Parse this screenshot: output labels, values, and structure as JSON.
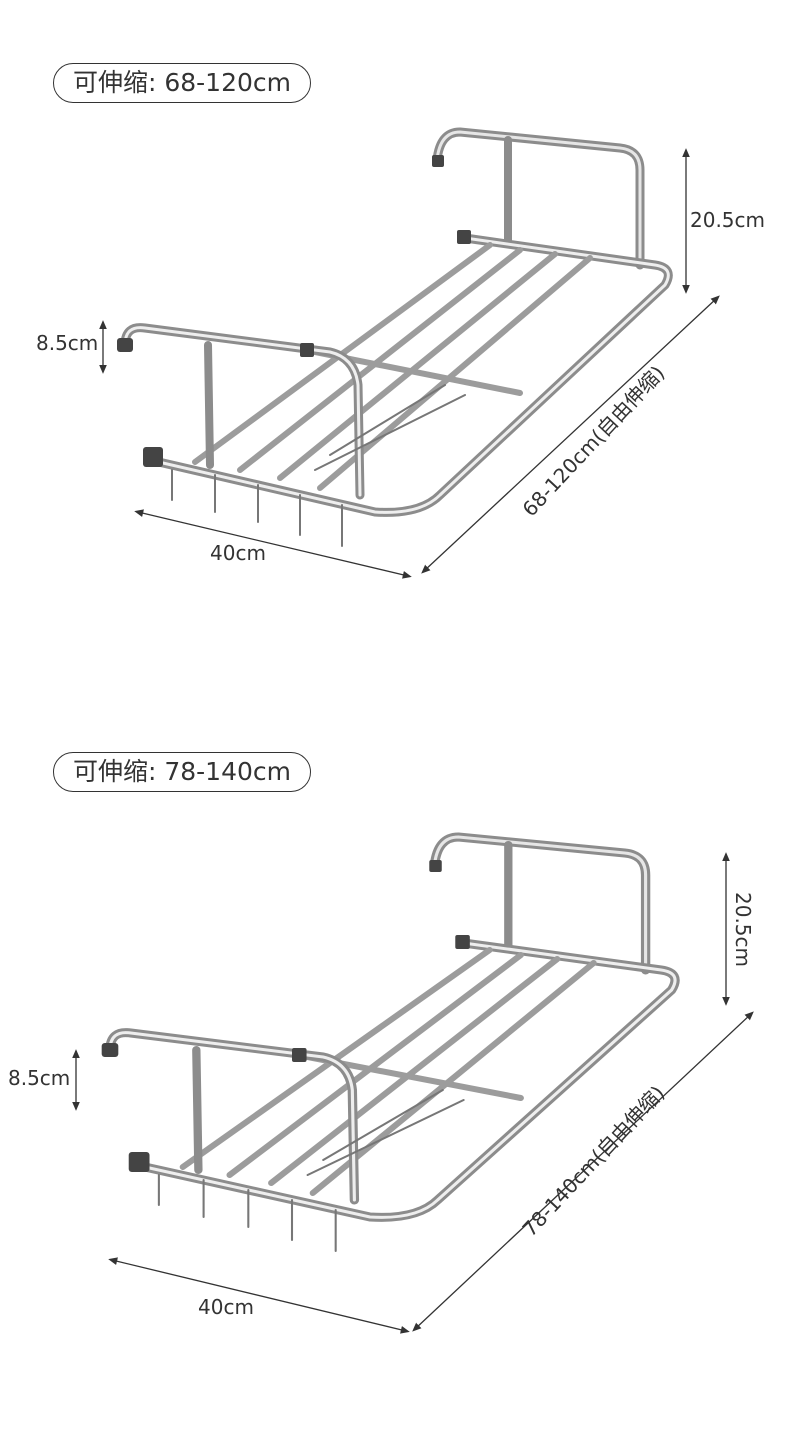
{
  "products": [
    {
      "range_label": "可伸缩: 68-120cm",
      "height_label": "20.5cm",
      "hook_label": "8.5cm",
      "depth_label": "40cm",
      "length_label": "68-120cm(自由伸缩)"
    },
    {
      "range_label": "可伸缩: 78-140cm",
      "height_label": "20.5cm",
      "hook_label": "8.5cm",
      "depth_label": "40cm",
      "length_label": "78-140cm(自由伸缩)"
    }
  ],
  "colors": {
    "frame": "#9a9a9a",
    "frame_dark": "#555555",
    "line": "#333333"
  }
}
